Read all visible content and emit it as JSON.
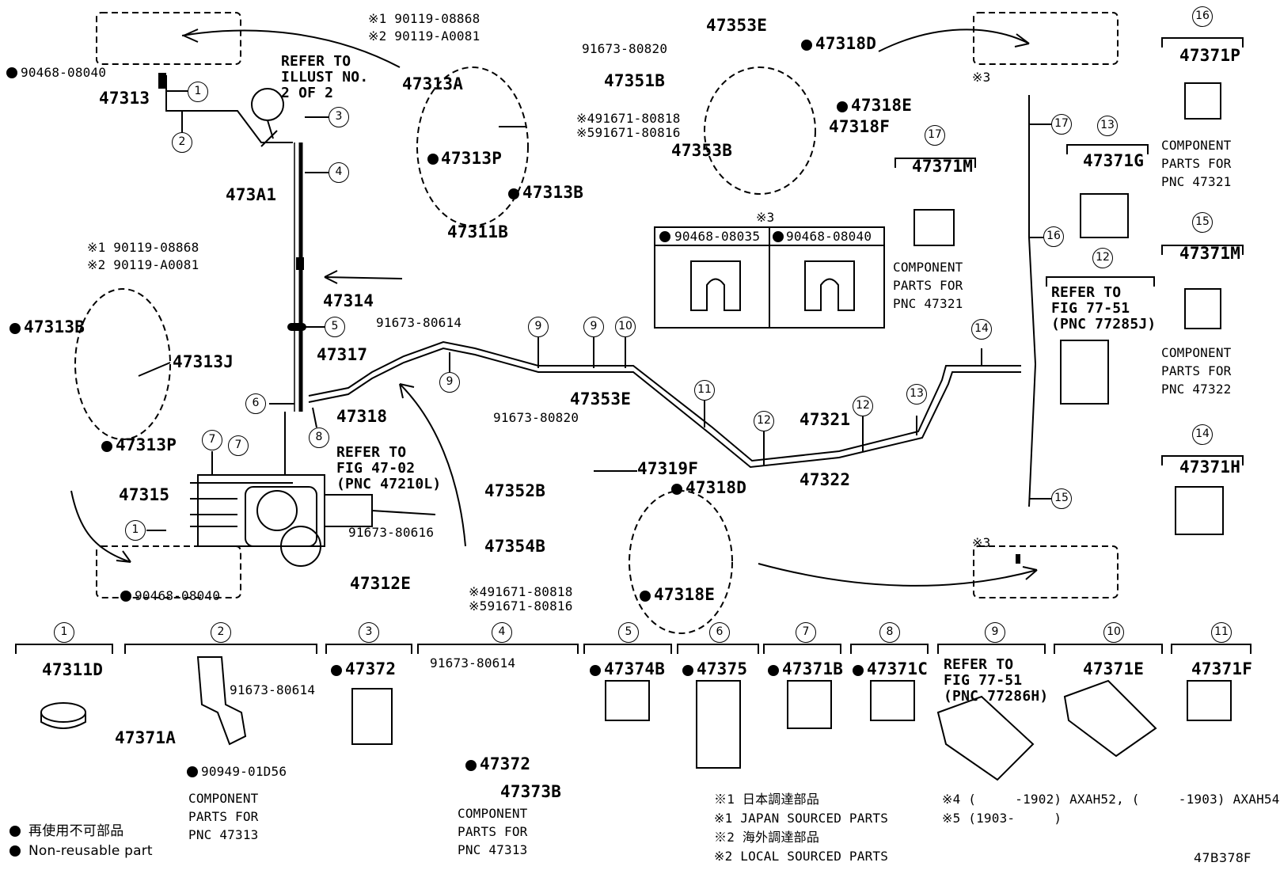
{
  "diagram": {
    "code": "47B378F",
    "callouts": {
      "p47313": "47313",
      "p473A1": "473A1",
      "p47313A": "47313A",
      "p47313P_top": "47313P",
      "p47313B_top": "47313B",
      "p47313B_left": "47313B",
      "p47313J": "47313J",
      "p47313P_left": "47313P",
      "p47314": "47314",
      "p47311B": "47311B",
      "p47317": "47317",
      "p47318": "47318",
      "p47315": "47315",
      "p47312E": "47312E",
      "p47352B": "47352B",
      "p47354B": "47354B",
      "p47319F": "47319F",
      "p47353E_top": "47353E",
      "p47353E_mid": "47353E",
      "p47351B": "47351B",
      "p47353B": "47353B",
      "p47318D_top": "47318D",
      "p47318E_top": "47318E",
      "p47318F": "47318F",
      "p47318D_mid": "47318D",
      "p47318E_mid": "47318E",
      "p47321": "47321",
      "p47322": "47322",
      "p90468_tl": "90468-08040",
      "p90468_bl": "90468-08040",
      "p91673_80820_top": "91673-80820",
      "p91673_80820_mid": "91673-80820",
      "p91673_80614": "91673-80614",
      "p91673_80616": "91673-80616",
      "x1_top": "※1 90119-08868",
      "x2_top": "※2 90119-A0081",
      "x1_left": "※1 90119-08868",
      "x2_left": "※2 90119-A0081",
      "x4_top": "※491671-80818",
      "x5_top": "※591671-80816",
      "x4_mid": "※491671-80818",
      "x5_mid": "※591671-80816",
      "refer_illust": "REFER TO\nILLUST NO.\n2 OF 2",
      "refer_fig4702": "REFER TO\nFIG 47-02\n(PNC 47210L)",
      "x3_right_top": "※3",
      "x3_right_bot": "※3"
    },
    "x3_table": {
      "mark": "※3",
      "left": "90468-08035",
      "right": "90468-08040"
    },
    "right_parts": [
      {
        "num": "16",
        "pn": "47371P",
        "note": "COMPONENT\nPARTS FOR\nPNC 47321"
      },
      {
        "num": "15",
        "pn": "47371M",
        "note": "COMPONENT\nPARTS FOR\nPNC 47322"
      },
      {
        "num": "14",
        "pn": "47371H",
        "note": ""
      },
      {
        "num": "17",
        "pn": "47371M",
        "note": "COMPONENT\nPARTS FOR\nPNC 47321"
      },
      {
        "num": "13",
        "pn": "47371G",
        "note": ""
      },
      {
        "num": "12",
        "pn": "",
        "note": "REFER TO\nFIG 77-51\n(PNC 77285J)"
      }
    ],
    "bottom_parts": [
      {
        "num": "1",
        "pn": "47311D"
      },
      {
        "num": "2",
        "pn": "47371A",
        "sub1": "91673-80614",
        "sub2": "90949-01D56",
        "note": "COMPONENT\nPARTS FOR\nPNC 47313"
      },
      {
        "num": "3",
        "pn": "47372"
      },
      {
        "num": "4",
        "pn": "91673-80614",
        "sub1": "47372",
        "sub2": "47373B",
        "note": "COMPONENT\nPARTS FOR\nPNC 47313"
      },
      {
        "num": "5",
        "pn": "47374B"
      },
      {
        "num": "6",
        "pn": "47375"
      },
      {
        "num": "7",
        "pn": "47371B"
      },
      {
        "num": "8",
        "pn": "47371C"
      },
      {
        "num": "9",
        "pn": "REFER TO\nFIG 77-51\n(PNC 77286H)"
      },
      {
        "num": "10",
        "pn": "47371E"
      },
      {
        "num": "11",
        "pn": "47371F"
      }
    ],
    "legend": {
      "jp": "再使用不可部品",
      "en": "Non-reusable part"
    },
    "notes": {
      "n1": "※1 日本調達部品",
      "n2": "※1 JAPAN SOURCED PARTS",
      "n3": "※2 海外調達部品",
      "n4": "※2 LOCAL SOURCED PARTS",
      "n5": "※4 (     -1902) AXAH52, (     -1903) AXAH54",
      "n6": "※5 (1903-     )"
    },
    "index_numbers": [
      "1",
      "2",
      "3",
      "4",
      "5",
      "6",
      "7",
      "8",
      "9",
      "10",
      "11",
      "12",
      "13",
      "14",
      "15",
      "16",
      "17"
    ]
  }
}
